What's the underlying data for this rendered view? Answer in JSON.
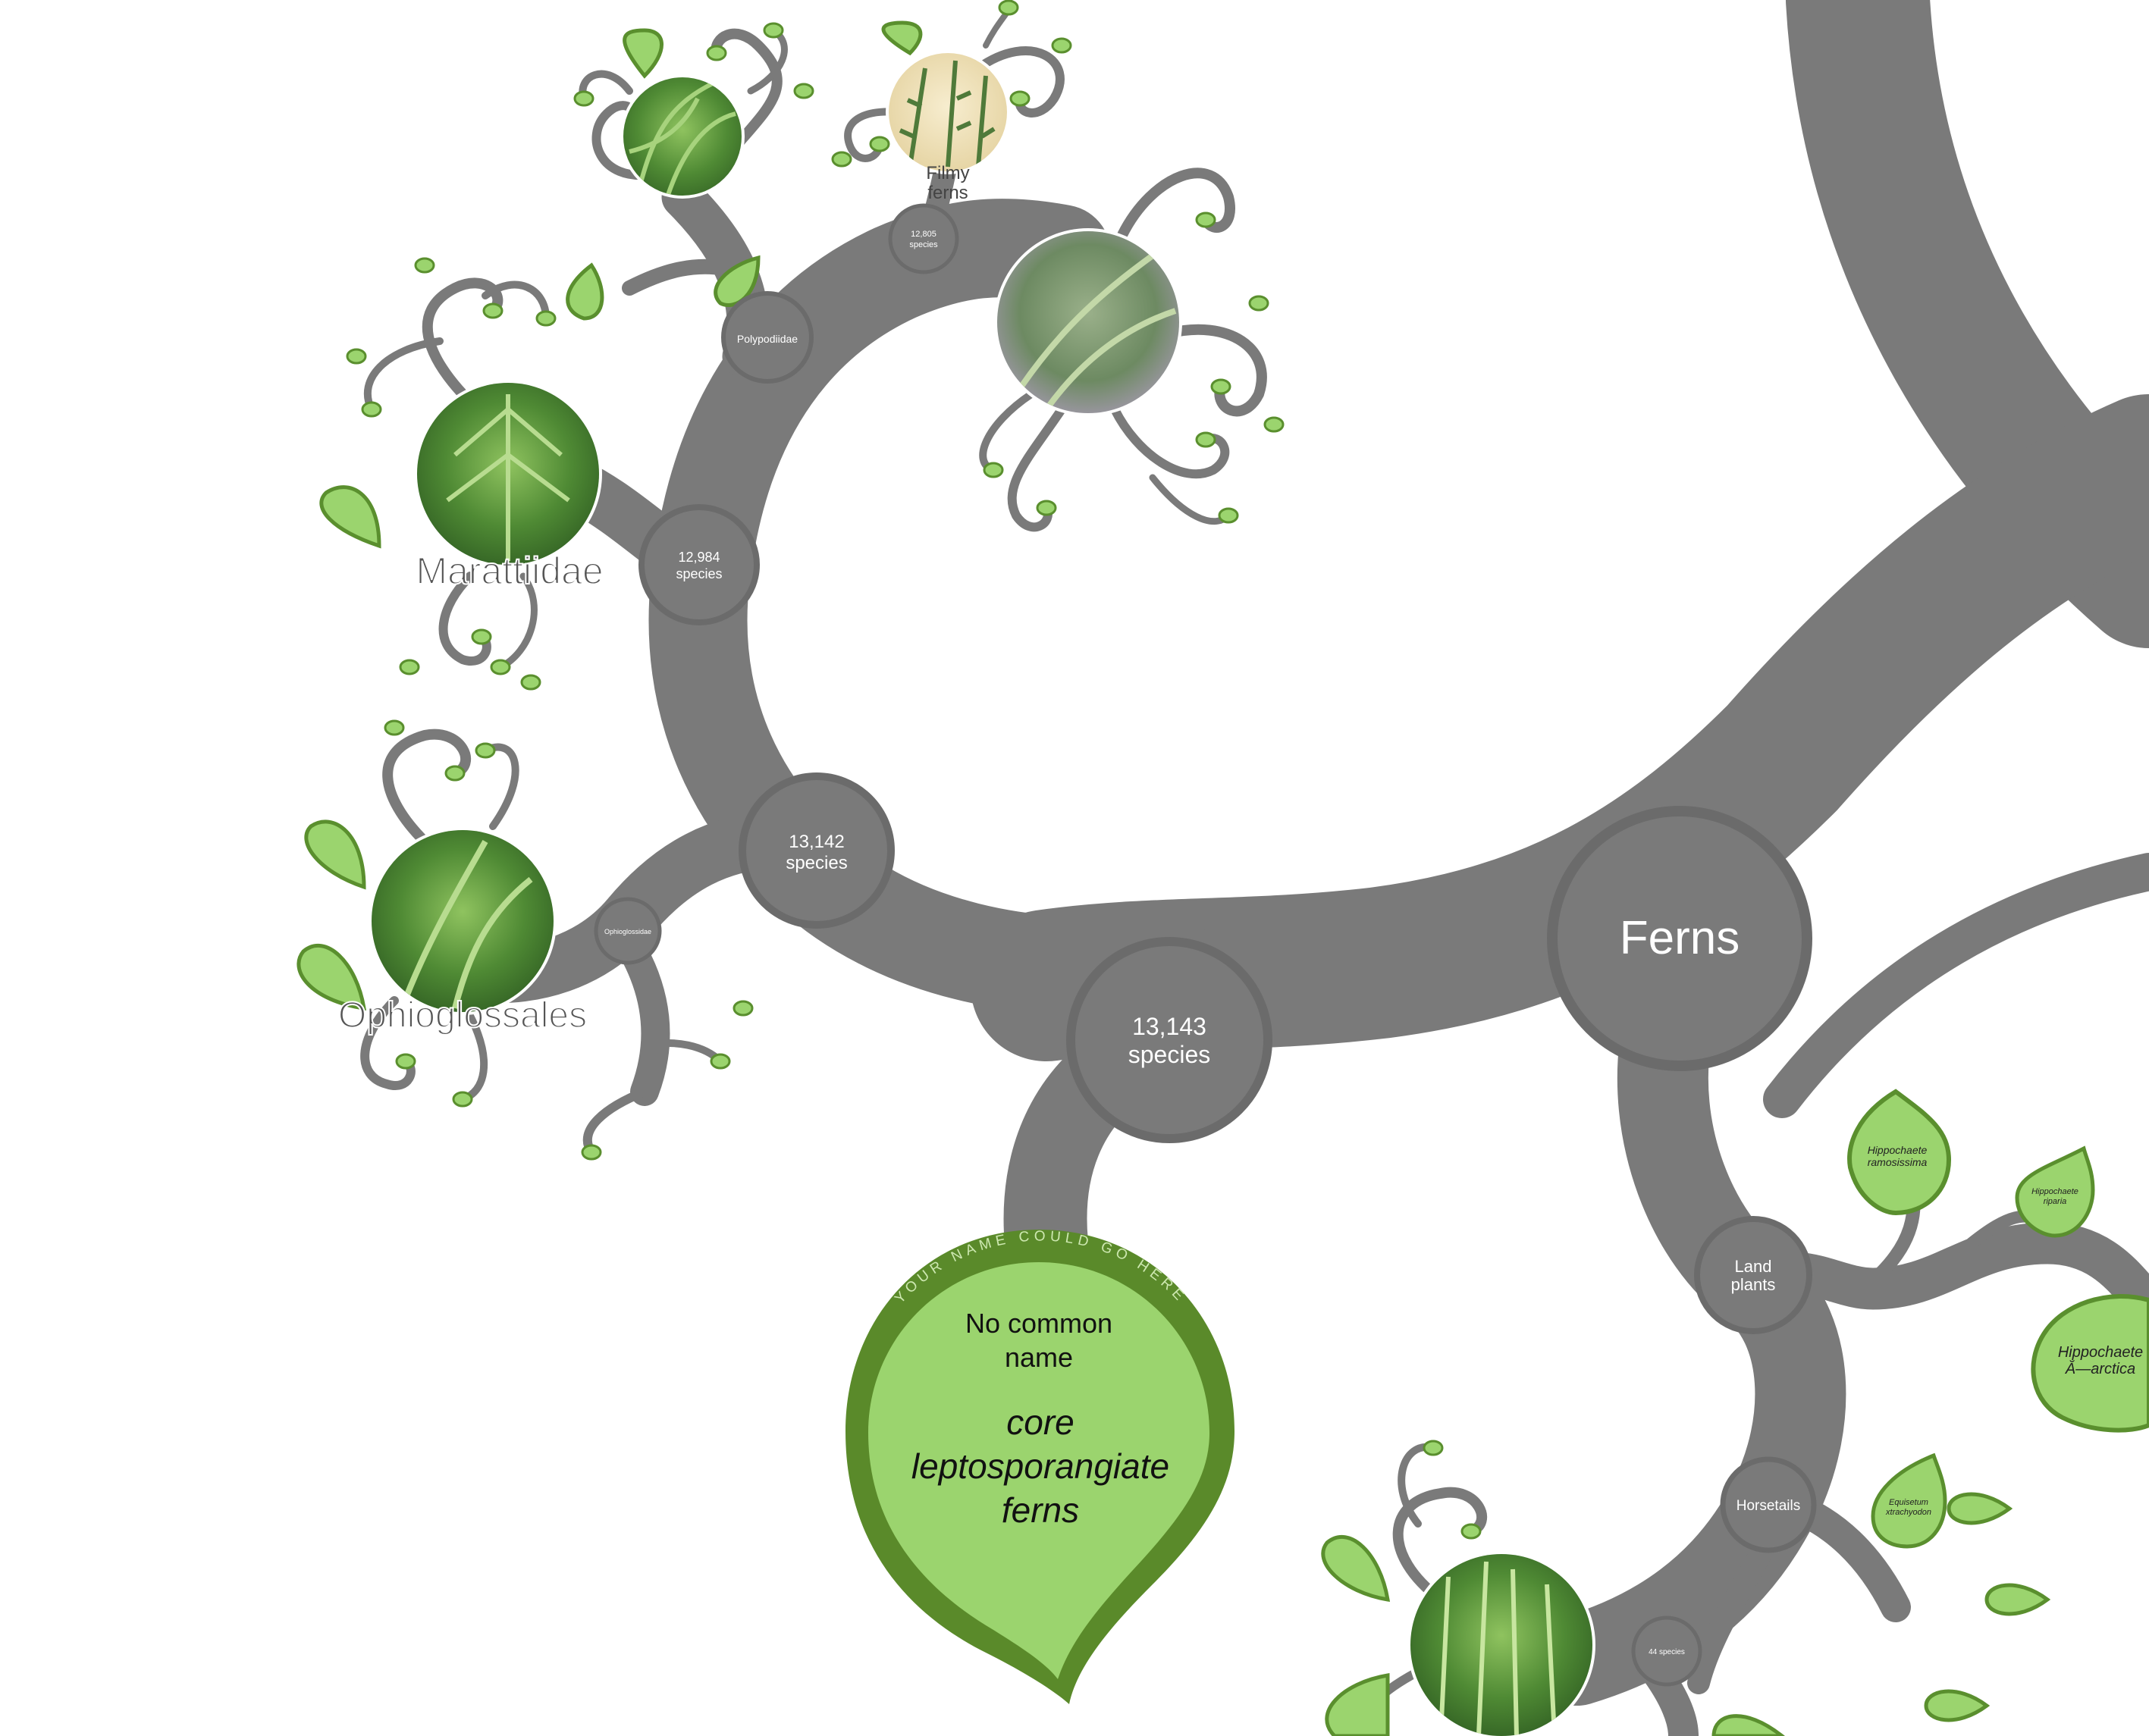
{
  "labels": {
    "ferns": "Ferns",
    "core_species": "13,143",
    "core_species_unit": "species",
    "ophio_species": "13,142",
    "ophio_species_unit": "species",
    "marat_species": "12,984",
    "marat_species_unit": "species",
    "filmy_species": "12,805",
    "filmy_species_unit": "species",
    "polypodiidae": "Polypodiidae",
    "ophioglossidae": "Ophioglossidae",
    "marattiidae": "Marattiidae",
    "ophioglossales": "Ophioglossales",
    "filmy_line1": "Filmy",
    "filmy_line2": "ferns",
    "land_line1": "Land",
    "land_line2": "plants",
    "horsetails": "Horsetails",
    "horse_species": "44 species",
    "leaf_h_ramosissima_1": "Hippochaete",
    "leaf_h_ramosissima_2": "ramosissima",
    "leaf_h_riparia_1": "Hippochaete",
    "leaf_h_riparia_2": "riparia",
    "leaf_h_arctica_1": "Hippochaete",
    "leaf_h_arctica_2": "Ă—arctica",
    "leaf_e_xtrachyodon_1": "Equisetum",
    "leaf_e_xtrachyodon_2": "xtrachyodon"
  },
  "sponsor_leaf": {
    "arc_text": "YOUR NAME COULD GO HERE",
    "common_name_1": "No common",
    "common_name_2": "name",
    "sci_name_1": "core",
    "sci_name_2": "leptosporangiate",
    "sci_name_3": "ferns"
  },
  "colors": {
    "branch": "#7a7a7a",
    "node_ring": "#6b6b6b",
    "leaf_fill": "#9bd46e",
    "leaf_stroke": "#5a8f2e",
    "sponsor_outer": "#5a8a2a",
    "sponsor_inner": "#9bd46e"
  },
  "icons": {
    "photo_lepto": "fern-photo",
    "photo_filmy": "fern-illustration",
    "photo_polypod": "fern-photo",
    "photo_marat": "fern-photo",
    "photo_ophio": "fern-photo",
    "photo_horse": "horsetail-photo"
  }
}
